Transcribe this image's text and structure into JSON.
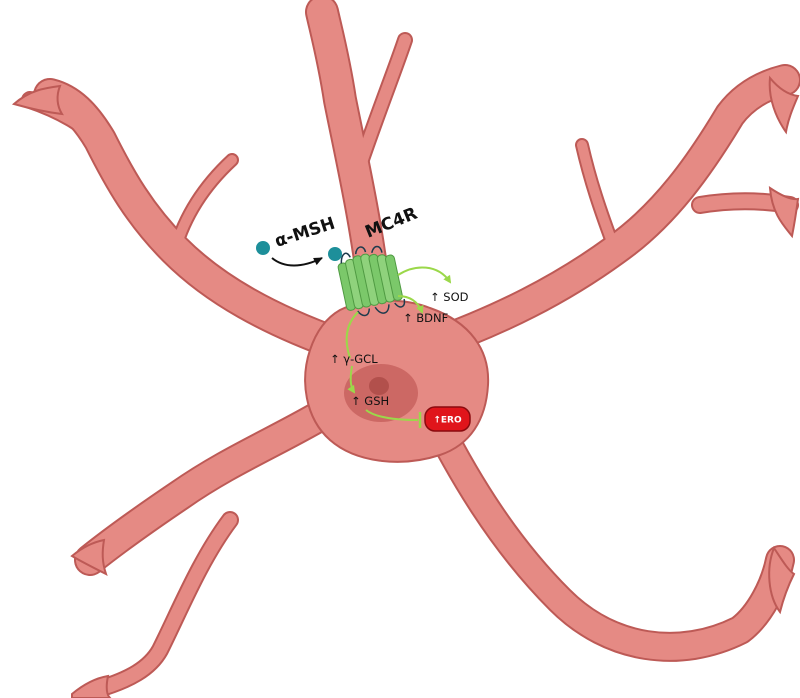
{
  "labels": {
    "alpha_msh": "α-MSH",
    "receptor": "MC4R",
    "sod": "↑ SOD",
    "bdnf": "↑ BDNF",
    "gcl": "↑ γ-GCL",
    "gsh": "↑ GSH",
    "ero": "↑ERO"
  },
  "colors": {
    "cell_fill": "#e58a84",
    "cell_stroke": "#bd5a56",
    "nucleus": "#c8625e",
    "nucleolus": "#b2504c",
    "receptor": "#7bc86a",
    "receptor_stroke": "#4f9a42",
    "ligand": "#1d8f9a",
    "arrow_green": "#9bd84a",
    "arrow_black": "#111111",
    "ero_red": "#e0151b"
  }
}
